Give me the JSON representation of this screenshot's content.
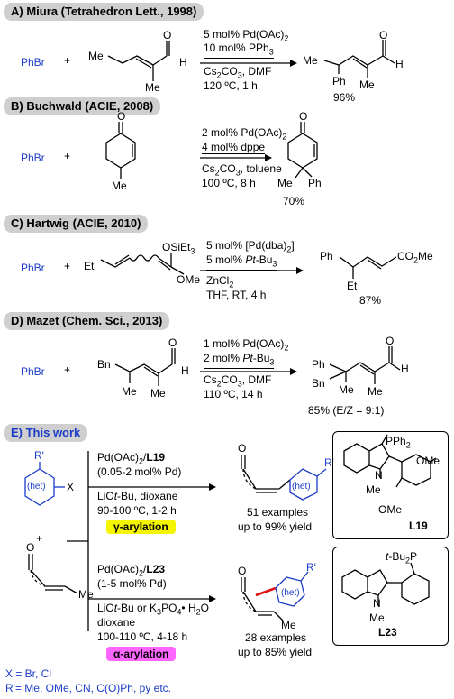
{
  "sections": {
    "a": {
      "title": "A) Miura (Tetrahedron Lett., 1998)",
      "reactant": "PhBr",
      "plus": "+",
      "cond": [
        "5 mol% Pd(OAc)",
        "10 mol% PPh",
        "Cs",
        "CO",
        ", DMF",
        "120 ºC, 1 h"
      ],
      "yield": "96%"
    },
    "b": {
      "title": "B) Buchwald (ACIE, 2008)",
      "reactant": "PhBr",
      "plus": "+",
      "cond": [
        "2 mol% Pd(OAc)",
        "4 mol% dppe",
        "Cs",
        "CO",
        ", toluene",
        "100 ºC, 8 h"
      ],
      "yield": "70%"
    },
    "c": {
      "title": "C) Hartwig (ACIE, 2010)",
      "reactant": "PhBr",
      "plus": "+",
      "cond": [
        "5 mol% [Pd(dba)",
        "]",
        "5 mol% ",
        "Pt",
        "-Bu",
        "ZnCl",
        "THF, RT, 4 h"
      ],
      "yield": "87%"
    },
    "d": {
      "title": "D) Mazet (Chem. Sci., 2013)",
      "reactant": "PhBr",
      "plus": "+",
      "cond": [
        "1 mol% Pd(OAc)",
        "2 mol% ",
        "Pt",
        "-Bu",
        "Cs",
        "CO",
        ", DMF",
        "110 ºC, 14 h"
      ],
      "yield": "85% (E/Z = 9:1)"
    },
    "e": {
      "title": "E) This work",
      "upper": [
        "Pd(OAc)",
        "/",
        "L19",
        "(0.05-2 mol% Pd)",
        "LiO",
        "t",
        "-Bu, dioxane",
        "90-100 ºC, 1-2 h"
      ],
      "gamma": "γ-arylation",
      "upper_result": [
        "51 examples",
        "up to 99% yield"
      ],
      "lower": [
        "Pd(OAc)",
        "/",
        "L23",
        "(1-5 mol% Pd)",
        "LiO",
        "t",
        "-Bu or K",
        "PO",
        "• H",
        "O",
        "dioxane",
        "100-110 ºC, 4-18 h"
      ],
      "alpha": "α-arylation",
      "lower_result": [
        "28 examples",
        "up to 85% yield"
      ],
      "ligand1": "L19",
      "ligand2": "L23",
      "notes": [
        "X = Br, Cl",
        "R'= Me, OMe, CN, C(O)Ph, py etc."
      ]
    }
  },
  "labels": {
    "me": "Me",
    "ph": "Ph",
    "bn": "Bn",
    "et": "Et",
    "h": "H",
    "o": "O",
    "n": "N",
    "osiet": "OSiEt",
    "ome": "OMe",
    "co2me": "CO",
    "co2me2": "Me",
    "het": "(het)",
    "x": "X",
    "rprime": "R'",
    "pph2": "PPh",
    "tbu2p": "-Bu",
    "tbu_t": "t",
    "p": "P",
    "sub2": "2",
    "sub3": "3",
    "sub4": "4"
  },
  "colors": {
    "accent_blue": "#1a3cc8",
    "header_gray": "#cfcfcf",
    "gamma_bg": "#f5f500",
    "alpha_bg": "#ff66ff",
    "bond_red": "#e01010"
  }
}
